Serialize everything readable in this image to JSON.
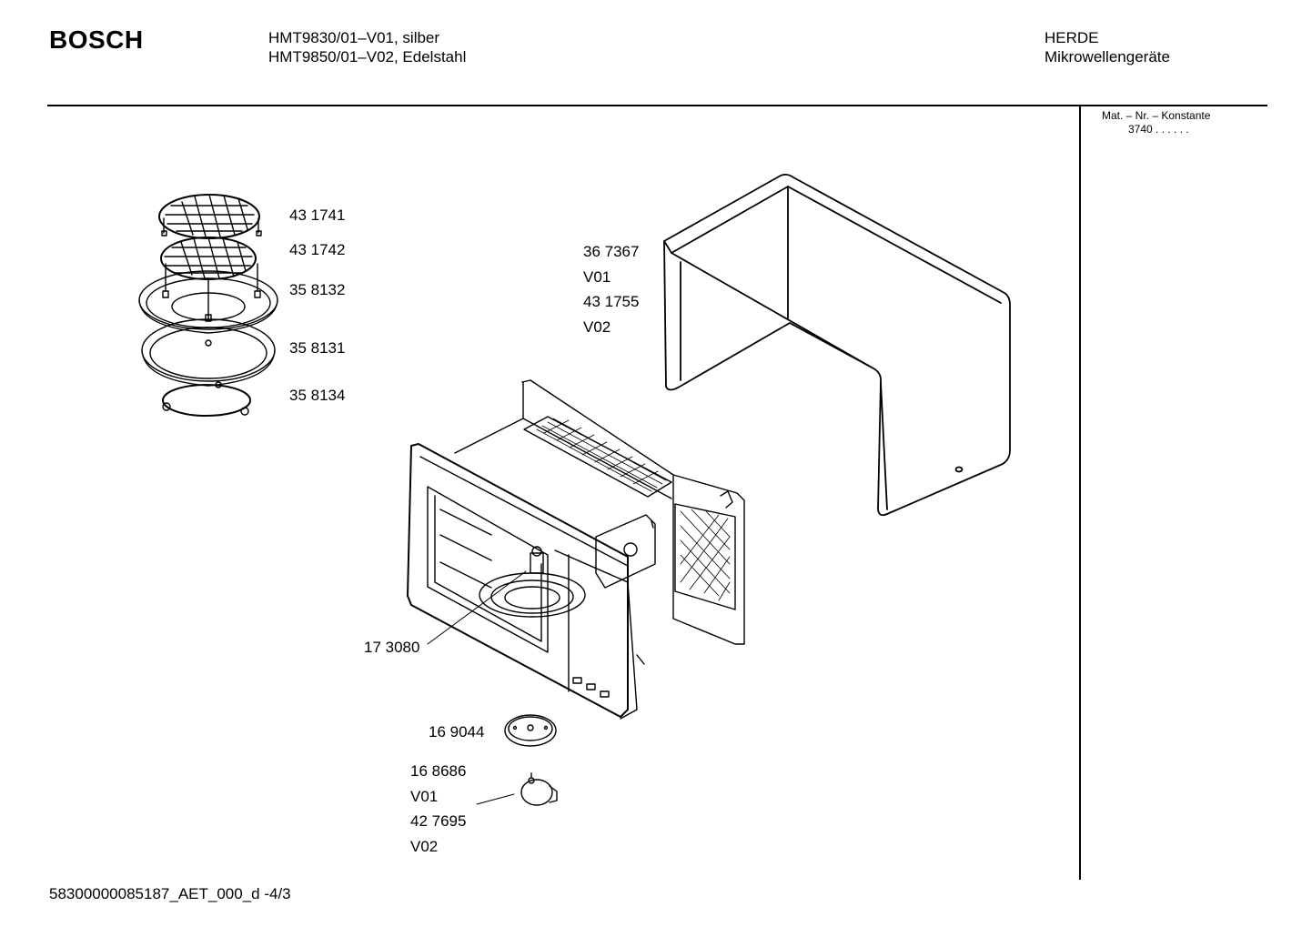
{
  "header": {
    "brand": "BOSCH",
    "models": [
      "HMT9830/01–V01, silber",
      "HMT9850/01–V02, Edelstahl"
    ],
    "category": [
      "HERDE",
      "Mikrowellengeräte"
    ]
  },
  "sidebar": {
    "title": "Mat. – Nr. – Konstante",
    "value": "3740 .  .  .  .  .  ."
  },
  "parts": {
    "grill_rack_upper": "43 1741",
    "grill_rack_lower": "43 1742",
    "plate_upper": "35 8132",
    "plate_lower": "35 8131",
    "roller_ring": "35 8134",
    "cover": [
      "36 7367",
      "V01",
      "43 1755",
      "V02"
    ],
    "coupler": "17 3080",
    "disc": "16 9044",
    "motor": [
      "16 8686",
      "V01",
      "42 7695",
      "V02"
    ]
  },
  "footer": {
    "doc_id": "58300000085187_AET_000_d   -4/3"
  }
}
